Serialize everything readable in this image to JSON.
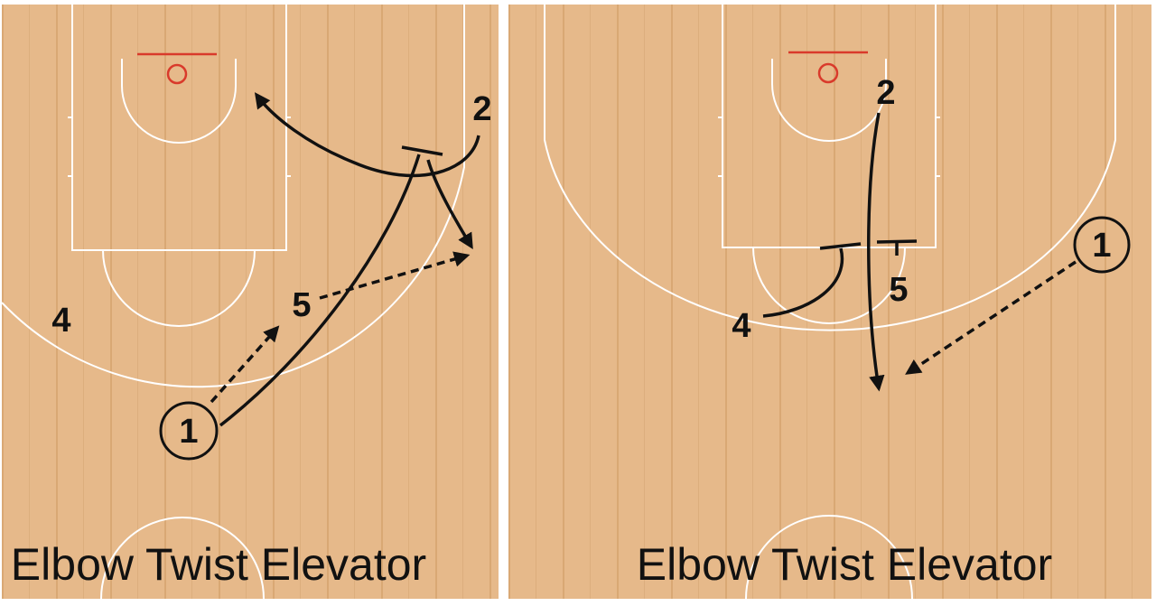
{
  "colors": {
    "wood": "#e6b98a",
    "wood_dark": "#d9a874",
    "court_lines": "#ffffff",
    "rim": "#d93a2b",
    "ink": "#111111"
  },
  "diagrams": [
    {
      "caption": "Elbow Twist Elevator",
      "players": {
        "p1": "1",
        "p2": "2",
        "p4": "4",
        "p5": "5"
      }
    },
    {
      "caption": "Elbow Twist Elevator",
      "players": {
        "p1": "1",
        "p2": "2",
        "p4": "4",
        "p5": "5"
      }
    }
  ]
}
